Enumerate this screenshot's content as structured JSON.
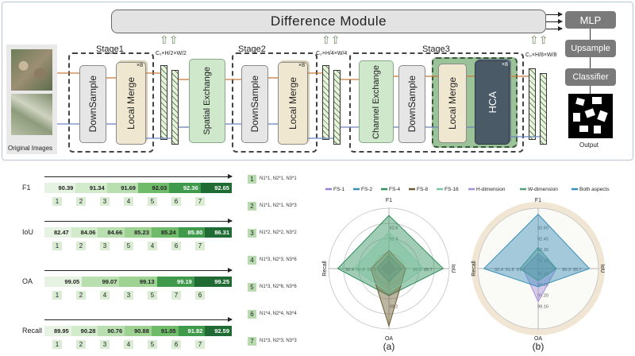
{
  "top": {
    "difference_module": "Difference Module",
    "mlp": "MLP",
    "upsample": "Upsample",
    "classifier": "Classifier",
    "output_label": "Output",
    "original_images": "Original Images",
    "stage1": "Stage1",
    "stage2": "Stage2",
    "stage3": "Stage3",
    "downsample": "DownSample",
    "local_merge": "Local Merge",
    "spatial_exchange": "Spatial Exchange",
    "channel_exchange": "Channel Exchange",
    "hca": "HCA",
    "x8": "×8",
    "dims1": "C₁×H/2×W/2",
    "dims2": "C₂×H/4×W/4",
    "dims3": "C₃×H/8×W/8"
  },
  "metrics": [
    {
      "name": "F1",
      "values": [
        "90.39",
        "91.34",
        "91.69",
        "92.03",
        "92.36",
        "92.65"
      ],
      "ids": [
        "1",
        "2",
        "3",
        "4",
        "5",
        "6",
        "7"
      ]
    },
    {
      "name": "IoU",
      "values": [
        "82.47",
        "84.06",
        "84.66",
        "85.23",
        "85.24",
        "85.80",
        "86.31"
      ],
      "ids": [
        "1",
        "2",
        "3",
        "5",
        "4",
        "6",
        "7"
      ]
    },
    {
      "name": "OA",
      "values": [
        "99.05",
        "99.07",
        "99.13",
        "99.19",
        "99.25"
      ],
      "ids": [
        "1",
        "2",
        "4",
        "3",
        "5",
        "7",
        "6"
      ]
    },
    {
      "name": "Recall",
      "values": [
        "89.95",
        "90.28",
        "90.76",
        "90.88",
        "91.05",
        "91.82",
        "92.59"
      ],
      "ids": [
        "1",
        "2",
        "3",
        "4",
        "5",
        "6",
        "7"
      ]
    }
  ],
  "config_legend": [
    {
      "id": "1",
      "text": "N1*1,  N2*1,  N3*1"
    },
    {
      "id": "2",
      "text": "N1*1,  N2*1,  N3*3"
    },
    {
      "id": "3",
      "text": "N1*2,  N2*2,  N3*2"
    },
    {
      "id": "4",
      "text": "N1*3,  N2*3,  N3*6"
    },
    {
      "id": "5",
      "text": "N1*3,  N2*6,  N3*6"
    },
    {
      "id": "6",
      "text": "N1*4,  N2*4,  N3*4"
    },
    {
      "id": "7",
      "text": "N1*3,  N2*3,  N3*3"
    }
  ],
  "chart_data": [
    {
      "type": "radar",
      "caption": "(a)",
      "axes": [
        "F1",
        "IoU",
        "OA",
        "Recall"
      ],
      "legend": [
        "FS-1",
        "FS-2",
        "FS-4",
        "FS-8",
        "FS-16"
      ],
      "colors": [
        "#9b7fd4",
        "#3a8fb7",
        "#2f8f5b",
        "#6b5a2e",
        "#7cc3a0"
      ],
      "tick_labels": {
        "F1": [
          "92.6",
          "92.3"
        ],
        "IoU": [
          "85.7",
          "86.2"
        ],
        "OA": [
          "99.2"
        ],
        "Recall": [
          "92.4",
          "91.8",
          "91.3"
        ]
      },
      "series": [
        {
          "name": "FS-1",
          "values": [
            0.12,
            0.1,
            0.1,
            0.12
          ]
        },
        {
          "name": "FS-2",
          "values": [
            0.22,
            0.22,
            0.22,
            0.2
          ]
        },
        {
          "name": "FS-4",
          "values": [
            0.88,
            0.9,
            0.45,
            0.85
          ]
        },
        {
          "name": "FS-8",
          "values": [
            0.3,
            0.28,
            0.95,
            0.3
          ]
        },
        {
          "name": "FS-16",
          "values": [
            0.6,
            0.58,
            0.4,
            0.58
          ]
        }
      ]
    },
    {
      "type": "radar",
      "caption": "(b)",
      "axes": [
        "F1",
        "IoU",
        "OA",
        "Recall"
      ],
      "legend": [
        "H-dimension",
        "W-dimension",
        "Both aspects"
      ],
      "colors": [
        "#a78fd8",
        "#4f9f7a",
        "#3a8fb7"
      ],
      "tick_labels": {
        "F1": [
          "92.60",
          "92.45",
          "92.30",
          "92.15"
        ],
        "IoU": [
          "85.7",
          "86.3"
        ],
        "OA": [
          "99.16",
          "99.20",
          "99.24",
          "99.20"
        ],
        "Recall": [
          "92.4",
          "91.8",
          "91.2"
        ]
      },
      "series": [
        {
          "name": "H-dimension",
          "values": [
            0.25,
            0.3,
            0.55,
            0.25
          ]
        },
        {
          "name": "W-dimension",
          "values": [
            0.35,
            0.3,
            0.2,
            0.3
          ]
        },
        {
          "name": "Both aspects",
          "values": [
            0.9,
            0.85,
            0.3,
            0.9
          ]
        }
      ]
    }
  ]
}
